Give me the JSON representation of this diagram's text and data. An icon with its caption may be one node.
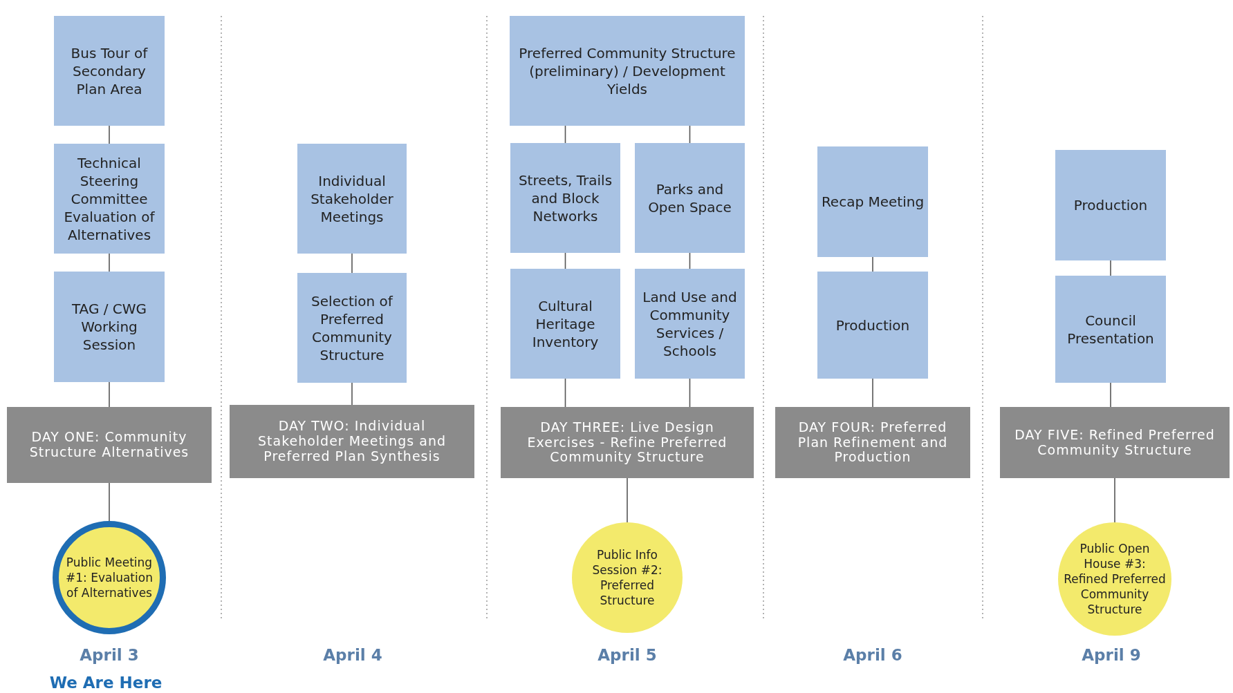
{
  "diagram": {
    "nodes": [
      {
        "text": [
          "Bus Tour of Secondary Plan Area"
        ]
      },
      {
        "text": [
          "Technical Steering Committee Evaluation of Alternatives"
        ]
      },
      {
        "text": [
          "TAG / CWG Working Session"
        ]
      },
      {
        "text": [
          "DAY ONE: Community Structure Alternatives"
        ]
      },
      {
        "text": [
          "Public Meeting #1: Evaluation of Alternatives"
        ]
      },
      {
        "text": [
          "Individual Stakeholder Meetings"
        ]
      },
      {
        "text": [
          "Selection of Preferred Community Structure"
        ]
      },
      {
        "text": [
          "DAY TWO: Individual Stakeholder Meetings and Preferred Plan Synthesis"
        ]
      },
      {
        "text": [
          "Preferred Community Structure (preliminary) / Development Yields"
        ]
      },
      {
        "text": [
          "Streets, Trails and Block Networks"
        ]
      },
      {
        "text": [
          "Parks and Open Space"
        ]
      },
      {
        "text": [
          "Cultural Heritage Inventory"
        ]
      },
      {
        "text": [
          "Land Use and Community Services / Schools"
        ]
      },
      {
        "text": [
          "DAY THREE: Live Design Exercises - Refine Preferred Community Structure"
        ]
      },
      {
        "text": [
          "Public Info Session #2: Preferred Structure"
        ]
      },
      {
        "text": [
          "Recap Meeting"
        ]
      },
      {
        "text": [
          "Production"
        ]
      },
      {
        "text": [
          "DAY FOUR: Preferred Plan Refinement and Production"
        ]
      },
      {
        "text": [
          "Production"
        ]
      },
      {
        "text": [
          "Council Presentation"
        ]
      },
      {
        "text": [
          "DAY FIVE: Refined Preferred Community Structure"
        ]
      },
      {
        "text": [
          "Public Open House #3: Refined Preferred Community Structure"
        ]
      }
    ],
    "edges": [
      {
        "from": 0,
        "to": 1,
        "arrow": "none"
      },
      {
        "from": 1,
        "to": 2,
        "arrow": "none"
      },
      {
        "from": 2,
        "to": 3,
        "arrow": "none"
      },
      {
        "from": 3,
        "to": 4,
        "arrow": "none"
      },
      {
        "from": 5,
        "to": 6,
        "arrow": "none"
      },
      {
        "from": 6,
        "to": 7,
        "arrow": "none"
      },
      {
        "from": 8,
        "to": 9,
        "arrow": "none"
      },
      {
        "from": 8,
        "to": 10,
        "arrow": "none"
      },
      {
        "from": 9,
        "to": 11,
        "arrow": "none"
      },
      {
        "from": 10,
        "to": 12,
        "arrow": "none"
      },
      {
        "from": 11,
        "to": 13,
        "arrow": "none"
      },
      {
        "from": 12,
        "to": 13,
        "arrow": "none"
      },
      {
        "from": 13,
        "to": 14,
        "arrow": "none"
      },
      {
        "from": 15,
        "to": 16,
        "arrow": "none"
      },
      {
        "from": 16,
        "to": 17,
        "arrow": "none"
      },
      {
        "from": 18,
        "to": 19,
        "arrow": "none"
      },
      {
        "from": 19,
        "to": 20,
        "arrow": "none"
      },
      {
        "from": 20,
        "to": 21,
        "arrow": "none"
      }
    ],
    "labels": [
      "April 3",
      "We Are Here",
      "April 4",
      "April 5",
      "April 6",
      "April 9"
    ]
  }
}
